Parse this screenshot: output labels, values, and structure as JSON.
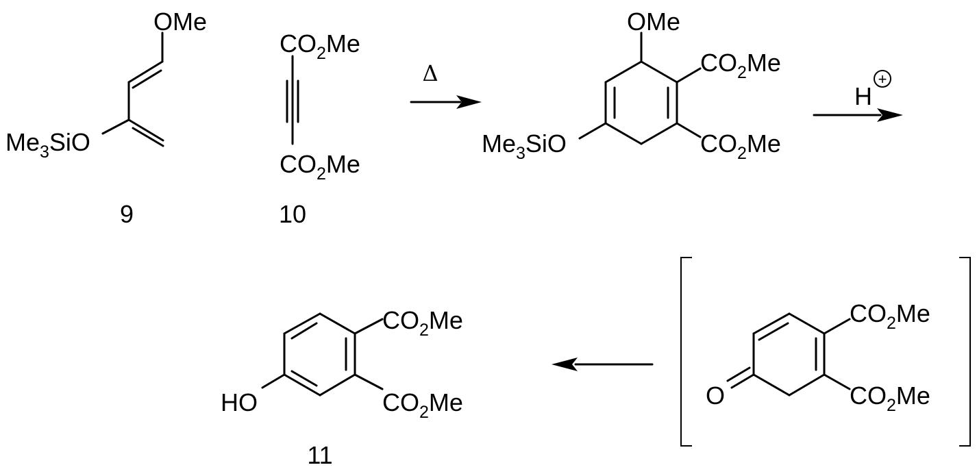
{
  "groups": {
    "ome": "OMe",
    "co2me": {
      "pre": "CO",
      "sub": "2",
      "post": "Me"
    },
    "me3sio": {
      "pre": "Me",
      "sub": "3",
      "post": "SiO"
    },
    "ho": "HO",
    "o": "O"
  },
  "compounds": {
    "diene": "9",
    "alkyne": "10",
    "product": "11"
  },
  "conditions": {
    "heat": "Δ",
    "acid": "H",
    "acid_charge": "+"
  }
}
